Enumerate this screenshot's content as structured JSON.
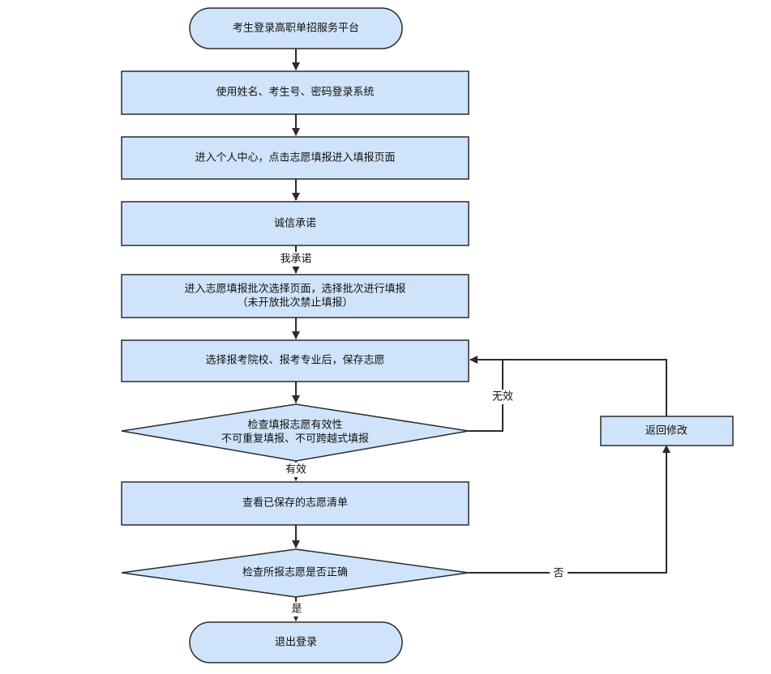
{
  "flowchart": {
    "colors": {
      "node_fill": "#cfe4fa",
      "node_stroke": "#2b2b2b",
      "arrow": "#2b2b2b",
      "background": "#ffffff"
    },
    "nodes": {
      "start": "考生登录高职单招服务平台",
      "login": "使用姓名、考生号、密码登录系统",
      "center": "进入个人中心，点击志愿填报进入填报页面",
      "promise": "诚信承诺",
      "batch_line1": "进入志愿填报批次选择页面，选择批次进行填报",
      "batch_line2": "（未开放批次禁止填报）",
      "select": "选择报考院校、报考专业后，保存志愿",
      "check_valid_line1": "检查填报志愿有效性",
      "check_valid_line2": "不可重复填报、不可跨越式填报",
      "view_list": "查看已保存的志愿清单",
      "check_correct": "检查所报志愿是否正确",
      "modify": "返回修改",
      "end": "退出登录"
    },
    "edge_labels": {
      "i_promise": "我承诺",
      "invalid": "无效",
      "valid": "有效",
      "no": "否",
      "yes": "是"
    }
  }
}
